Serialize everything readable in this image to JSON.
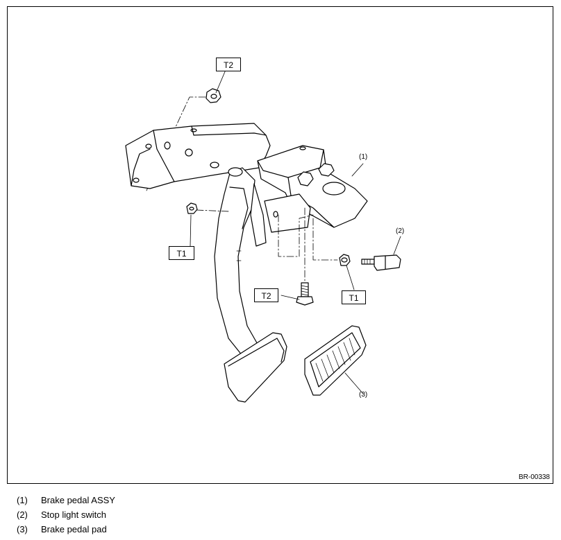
{
  "figure": {
    "code": "BR-00338",
    "torque_tags": [
      "T2",
      "T1",
      "T2",
      "T1"
    ],
    "callouts": [
      "(1)",
      "(2)",
      "(3)"
    ]
  },
  "legend": [
    {
      "num": "(1)",
      "label": "Brake pedal ASSY"
    },
    {
      "num": "(2)",
      "label": "Stop light switch"
    },
    {
      "num": "(3)",
      "label": "Brake pedal pad"
    }
  ]
}
